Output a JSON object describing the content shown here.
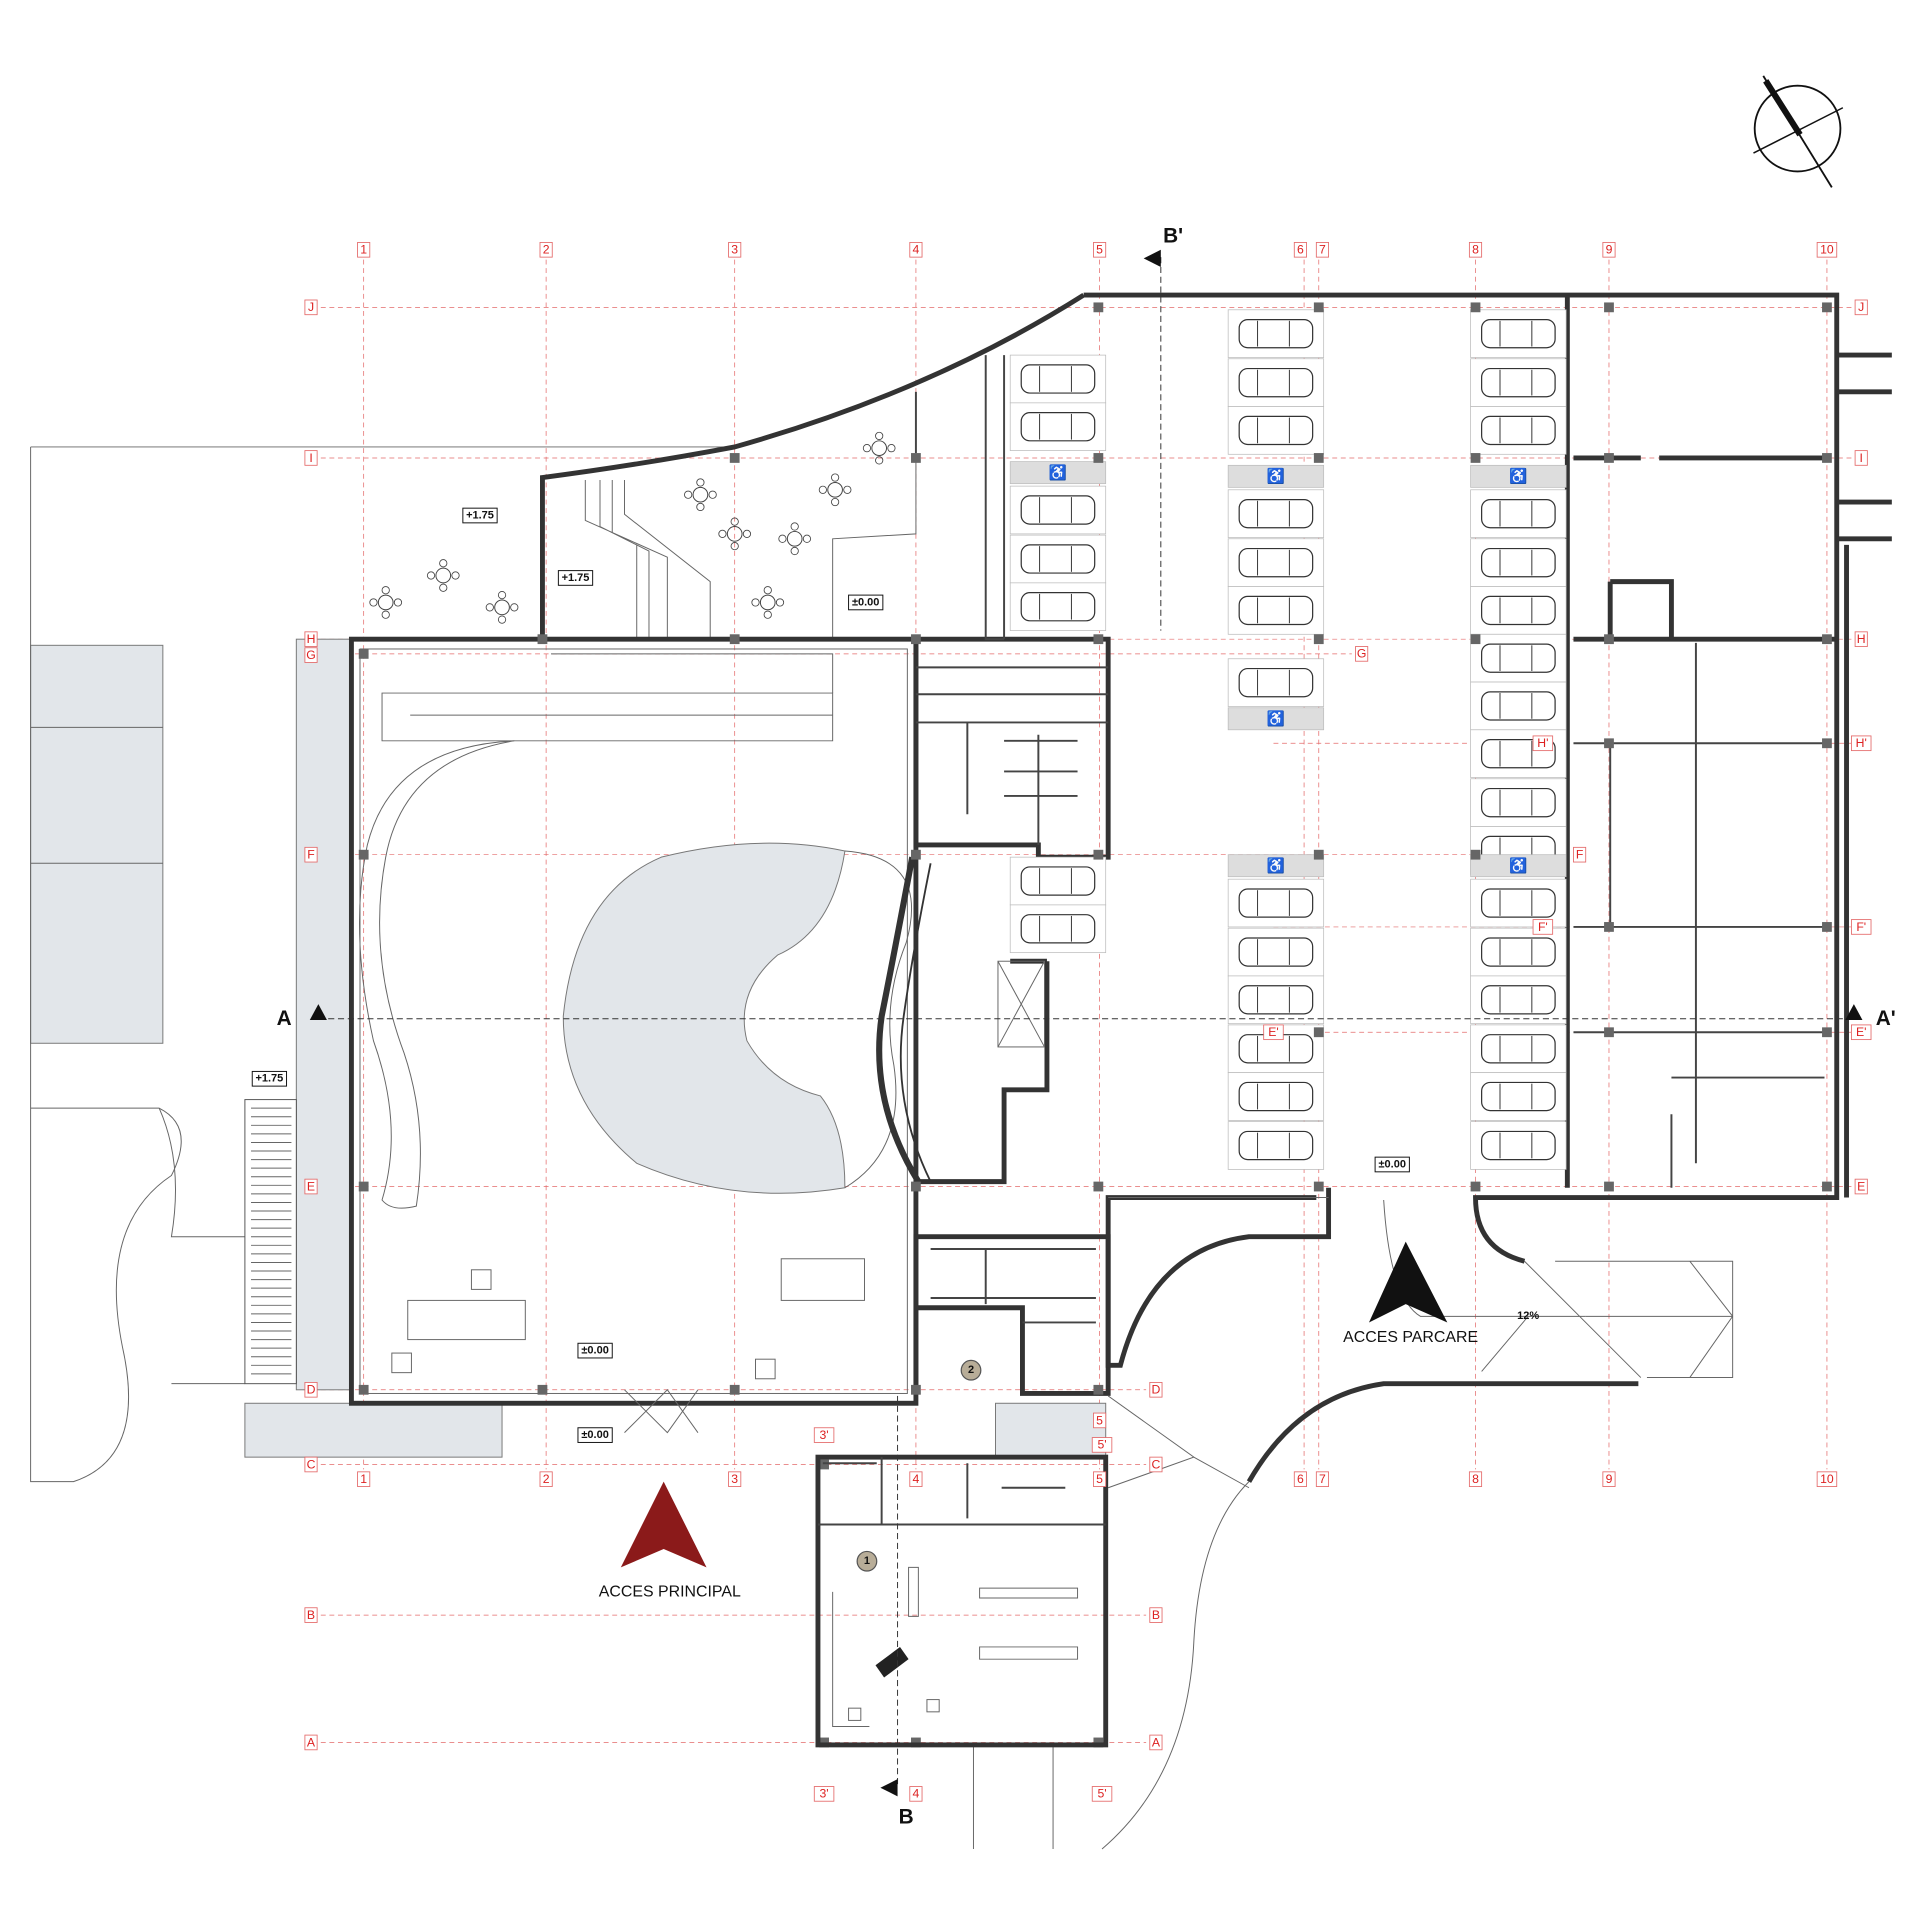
{
  "grid": {
    "columns": [
      "1",
      "2",
      "3",
      "4",
      "5",
      "6",
      "7",
      "8",
      "9",
      "10"
    ],
    "secondary_columns": [
      "3'",
      "4",
      "5'",
      "5",
      "5'"
    ],
    "rows": [
      "J",
      "I",
      "H",
      "G",
      "F",
      "E",
      "D",
      "C",
      "B",
      "A"
    ],
    "secondary_rows": [
      "H'",
      "F'",
      "E'"
    ]
  },
  "levels": {
    "terrace_1": "+1.75",
    "terrace_2": "+1.75",
    "terrace_3": "+1.75",
    "courtyard": "±0.00",
    "lobby": "±0.00",
    "entrance": "±0.00",
    "parking": "±0.00"
  },
  "sections": {
    "a": "A",
    "a_prime": "A'",
    "b": "B",
    "b_prime": "B'"
  },
  "access": {
    "main_label": "ACCES PRINCIPAL",
    "parking_label": "ACCES PARCARE",
    "ramp_slope": "12%"
  },
  "rooms": {
    "room_1": "1",
    "room_2": "2"
  },
  "colors": {
    "grid": "#e46a6a",
    "main_arrow": "#8b1a1a",
    "water": "#e2e6ea"
  }
}
